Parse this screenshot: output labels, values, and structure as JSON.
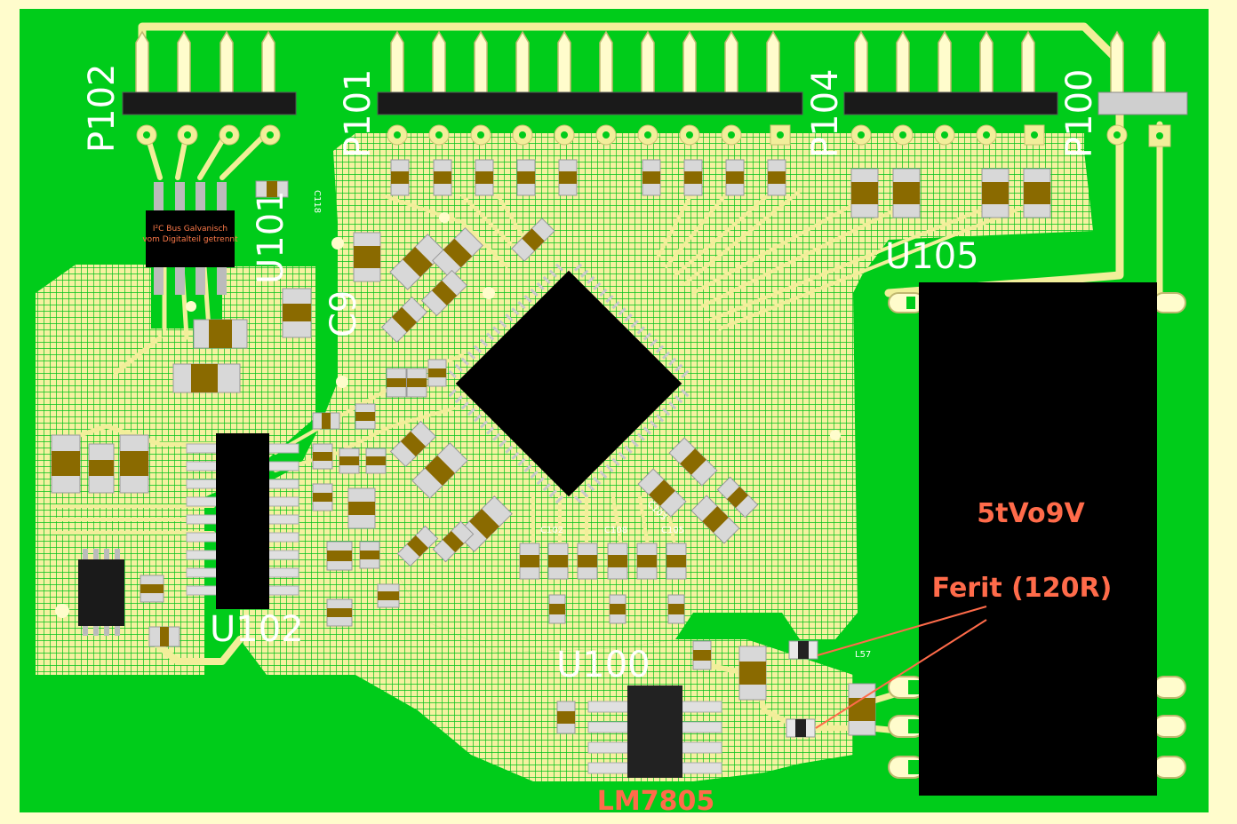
{
  "title": "",
  "colors": {
    "background": "#fffccc",
    "board": "#00cc1a",
    "copper_pour": "#f5f1a0",
    "trace": "#f2ee9a",
    "ic_body": "#000000",
    "silkscreen": "#ffffff",
    "annotation": "#ff6b4a",
    "smd_body": "#8a6a00"
  },
  "labels": {
    "p102": "P102",
    "p101": "P101",
    "p104": "P104",
    "p100": "P100",
    "u101": "U101",
    "u102": "U102",
    "u105": "U105",
    "u100": "U100",
    "c9": "C9"
  },
  "notes": {
    "i2c_line1": "I²C Bus Galvanisch",
    "i2c_line2": "vom Digitalteil getrennt",
    "dcdc": "5tVo9V",
    "ferrite": "Ferit (120R)",
    "regulator": "LM7805"
  },
  "small_labels": {
    "c118": "C118",
    "c102": "C102",
    "c108": "C108",
    "c103": "C103",
    "c105": "C105",
    "l57": "L57"
  }
}
